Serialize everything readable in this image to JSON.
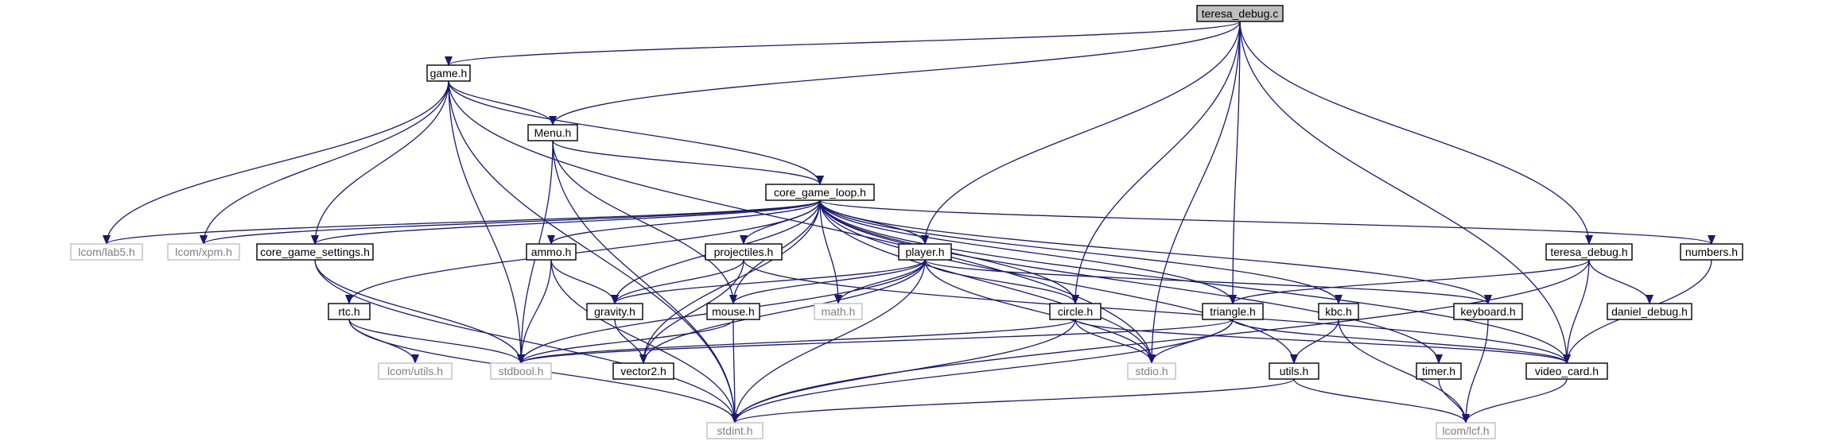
{
  "diagram": {
    "title": "",
    "nodes": [
      {
        "id": "teresa_debug_c",
        "label": "teresa_debug.c",
        "kind": "root"
      },
      {
        "id": "game_h",
        "label": "game.h",
        "kind": "local"
      },
      {
        "id": "menu_h",
        "label": "Menu.h",
        "kind": "local"
      },
      {
        "id": "core_game_loop_h",
        "label": "core_game_loop.h",
        "kind": "local"
      },
      {
        "id": "lcom_lab5_h",
        "label": "lcom/lab5.h",
        "kind": "system"
      },
      {
        "id": "lcom_xpm_h",
        "label": "lcom/xpm.h",
        "kind": "system"
      },
      {
        "id": "core_game_settings_h",
        "label": "core_game_settings.h",
        "kind": "local"
      },
      {
        "id": "ammo_h",
        "label": "ammo.h",
        "kind": "local"
      },
      {
        "id": "projectiles_h",
        "label": "projectiles.h",
        "kind": "local"
      },
      {
        "id": "player_h",
        "label": "player.h",
        "kind": "local"
      },
      {
        "id": "teresa_debug_h",
        "label": "teresa_debug.h",
        "kind": "local"
      },
      {
        "id": "numbers_h",
        "label": "numbers.h",
        "kind": "local"
      },
      {
        "id": "rtc_h",
        "label": "rtc.h",
        "kind": "local"
      },
      {
        "id": "gravity_h",
        "label": "gravity.h",
        "kind": "local"
      },
      {
        "id": "mouse_h",
        "label": "mouse.h",
        "kind": "local"
      },
      {
        "id": "math_h",
        "label": "math.h",
        "kind": "system"
      },
      {
        "id": "circle_h",
        "label": "circle.h",
        "kind": "local"
      },
      {
        "id": "triangle_h",
        "label": "triangle.h",
        "kind": "local"
      },
      {
        "id": "kbc_h",
        "label": "kbc.h",
        "kind": "local"
      },
      {
        "id": "keyboard_h",
        "label": "keyboard.h",
        "kind": "local"
      },
      {
        "id": "daniel_debug_h",
        "label": "daniel_debug.h",
        "kind": "local"
      },
      {
        "id": "lcom_utils_h",
        "label": "lcom/utils.h",
        "kind": "system"
      },
      {
        "id": "stdbool_h",
        "label": "stdbool.h",
        "kind": "system"
      },
      {
        "id": "vector2_h",
        "label": "vector2.h",
        "kind": "local"
      },
      {
        "id": "stdio_h",
        "label": "stdio.h",
        "kind": "system"
      },
      {
        "id": "utils_h",
        "label": "utils.h",
        "kind": "local"
      },
      {
        "id": "timer_h",
        "label": "timer.h",
        "kind": "local"
      },
      {
        "id": "video_card_h",
        "label": "video_card.h",
        "kind": "local"
      },
      {
        "id": "stdint_h",
        "label": "stdint.h",
        "kind": "system"
      },
      {
        "id": "lcom_lcf_h",
        "label": "lcom/lcf.h",
        "kind": "system"
      }
    ],
    "edges": [
      [
        "teresa_debug_c",
        "game_h"
      ],
      [
        "teresa_debug_c",
        "menu_h"
      ],
      [
        "teresa_debug_c",
        "player_h"
      ],
      [
        "teresa_debug_c",
        "teresa_debug_h"
      ],
      [
        "teresa_debug_c",
        "circle_h"
      ],
      [
        "teresa_debug_c",
        "triangle_h"
      ],
      [
        "teresa_debug_c",
        "video_card_h"
      ],
      [
        "teresa_debug_c",
        "stdio_h"
      ],
      [
        "game_h",
        "menu_h"
      ],
      [
        "game_h",
        "core_game_loop_h"
      ],
      [
        "game_h",
        "lcom_lab5_h"
      ],
      [
        "game_h",
        "lcom_xpm_h"
      ],
      [
        "game_h",
        "core_game_settings_h"
      ],
      [
        "game_h",
        "stdbool_h"
      ],
      [
        "game_h",
        "stdio_h"
      ],
      [
        "game_h",
        "stdint_h"
      ],
      [
        "menu_h",
        "core_game_loop_h"
      ],
      [
        "menu_h",
        "stdbool_h"
      ],
      [
        "menu_h",
        "mouse_h"
      ],
      [
        "menu_h",
        "stdint_h"
      ],
      [
        "core_game_loop_h",
        "lcom_lab5_h"
      ],
      [
        "core_game_loop_h",
        "lcom_xpm_h"
      ],
      [
        "core_game_loop_h",
        "core_game_settings_h"
      ],
      [
        "core_game_loop_h",
        "ammo_h"
      ],
      [
        "core_game_loop_h",
        "projectiles_h"
      ],
      [
        "core_game_loop_h",
        "player_h"
      ],
      [
        "core_game_loop_h",
        "numbers_h"
      ],
      [
        "core_game_loop_h",
        "rtc_h"
      ],
      [
        "core_game_loop_h",
        "gravity_h"
      ],
      [
        "core_game_loop_h",
        "mouse_h"
      ],
      [
        "core_game_loop_h",
        "math_h"
      ],
      [
        "core_game_loop_h",
        "circle_h"
      ],
      [
        "core_game_loop_h",
        "triangle_h"
      ],
      [
        "core_game_loop_h",
        "kbc_h"
      ],
      [
        "core_game_loop_h",
        "keyboard_h"
      ],
      [
        "core_game_loop_h",
        "vector2_h"
      ],
      [
        "core_game_loop_h",
        "stdio_h"
      ],
      [
        "core_game_loop_h",
        "utils_h"
      ],
      [
        "core_game_loop_h",
        "timer_h"
      ],
      [
        "core_game_loop_h",
        "video_card_h"
      ],
      [
        "core_game_settings_h",
        "stdbool_h"
      ],
      [
        "core_game_settings_h",
        "stdint_h"
      ],
      [
        "ammo_h",
        "gravity_h"
      ],
      [
        "ammo_h",
        "stdbool_h"
      ],
      [
        "ammo_h",
        "stdint_h"
      ],
      [
        "projectiles_h",
        "gravity_h"
      ],
      [
        "projectiles_h",
        "vector2_h"
      ],
      [
        "projectiles_h",
        "video_card_h"
      ],
      [
        "player_h",
        "gravity_h"
      ],
      [
        "player_h",
        "mouse_h"
      ],
      [
        "player_h",
        "math_h"
      ],
      [
        "player_h",
        "circle_h"
      ],
      [
        "player_h",
        "keyboard_h"
      ],
      [
        "player_h",
        "stdbool_h"
      ],
      [
        "player_h",
        "vector2_h"
      ],
      [
        "player_h",
        "stdio_h"
      ],
      [
        "player_h",
        "stdint_h"
      ],
      [
        "teresa_debug_h",
        "triangle_h"
      ],
      [
        "teresa_debug_h",
        "daniel_debug_h"
      ],
      [
        "teresa_debug_h",
        "video_card_h"
      ],
      [
        "teresa_debug_h",
        "stdint_h"
      ],
      [
        "numbers_h",
        "video_card_h"
      ],
      [
        "rtc_h",
        "lcom_utils_h"
      ],
      [
        "rtc_h",
        "stdbool_h"
      ],
      [
        "rtc_h",
        "stdint_h"
      ],
      [
        "gravity_h",
        "vector2_h"
      ],
      [
        "mouse_h",
        "stdbool_h"
      ],
      [
        "mouse_h",
        "stdint_h"
      ],
      [
        "circle_h",
        "stdbool_h"
      ],
      [
        "circle_h",
        "stdio_h"
      ],
      [
        "circle_h",
        "video_card_h"
      ],
      [
        "circle_h",
        "stdint_h"
      ],
      [
        "triangle_h",
        "stdbool_h"
      ],
      [
        "triangle_h",
        "stdio_h"
      ],
      [
        "triangle_h",
        "video_card_h"
      ],
      [
        "triangle_h",
        "stdint_h"
      ],
      [
        "kbc_h",
        "utils_h"
      ],
      [
        "kbc_h",
        "lcom_lcf_h"
      ],
      [
        "keyboard_h",
        "lcom_lcf_h"
      ],
      [
        "utils_h",
        "stdint_h"
      ],
      [
        "utils_h",
        "lcom_lcf_h"
      ],
      [
        "timer_h",
        "lcom_lcf_h"
      ],
      [
        "video_card_h",
        "lcom_lcf_h"
      ]
    ]
  },
  "colors": {
    "edge": "#191970",
    "local_border": "#000000",
    "system_border": "#bfbfbf",
    "system_text": "#808080",
    "root_fill": "#bfbfbf",
    "text": "#000000"
  }
}
